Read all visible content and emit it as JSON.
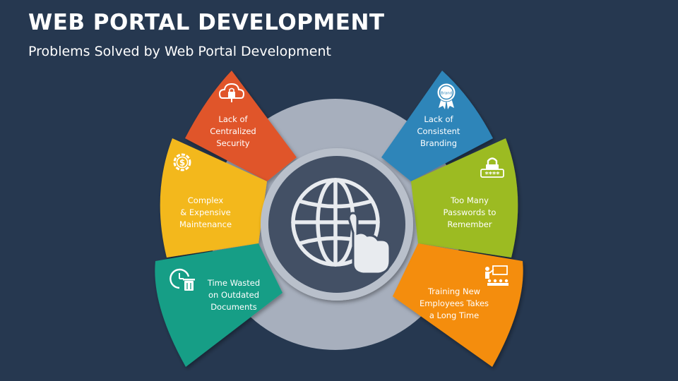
{
  "header": {
    "title": "WEB PORTAL DEVELOPMENT",
    "subtitle": "Problems Solved by Web Portal Development"
  },
  "colors": {
    "background": "#263850",
    "ring": "#a7afbd",
    "hub": "#435065",
    "security": "#e0552a",
    "maintenance": "#f3b81c",
    "outdated_docs": "#159e86",
    "branding": "#2d85b9",
    "passwords": "#9cbb20",
    "training": "#f48d08"
  },
  "hub_icon": "globe-click-icon",
  "segments": [
    {
      "id": "security",
      "icon": "cloud-lock-icon",
      "lines": [
        "Lack of",
        "Centralized",
        "Security"
      ]
    },
    {
      "id": "maintenance",
      "icon": "dollar-gear-icon",
      "lines": [
        "Complex",
        "& Expensive",
        "Maintenance"
      ]
    },
    {
      "id": "outdated_docs",
      "icon": "clock-document-icon",
      "lines": [
        "Time Wasted",
        "on Outdated",
        "Documents"
      ]
    },
    {
      "id": "branding",
      "icon": "brand-badge-icon",
      "lines": [
        "Lack of",
        "Consistent",
        "Branding"
      ],
      "badge_text": "Brand"
    },
    {
      "id": "passwords",
      "icon": "password-lock-icon",
      "lines": [
        "Too Many",
        "Passwords to",
        "Remember"
      ],
      "badge_text": "****"
    },
    {
      "id": "training",
      "icon": "presentation-icon",
      "lines": [
        "Training New",
        "Employees Takes",
        "a Long Time"
      ]
    }
  ]
}
